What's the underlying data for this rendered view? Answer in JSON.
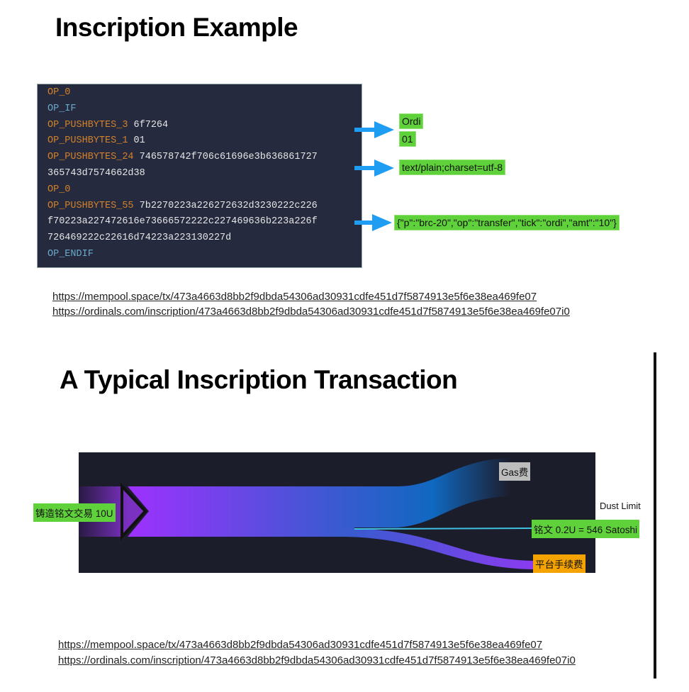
{
  "section1": {
    "title": "Inscription Example",
    "code_lines": [
      {
        "op": "OP_0",
        "data": "",
        "kind": "op"
      },
      {
        "op": "OP_IF",
        "data": "",
        "kind": "kw"
      },
      {
        "op": "OP_PUSHBYTES_3",
        "data": " 6f7264",
        "kind": "op"
      },
      {
        "op": "OP_PUSHBYTES_1",
        "data": " 01",
        "kind": "op"
      },
      {
        "op": "OP_PUSHBYTES_24",
        "data": " 746578742f706c61696e3b636861727",
        "kind": "op"
      },
      {
        "op": "",
        "data": "365743d7574662d38",
        "kind": "op"
      },
      {
        "op": "OP_0",
        "data": "",
        "kind": "op"
      },
      {
        "op": "OP_PUSHBYTES_55",
        "data": " 7b2270223a226272632d3230222c226",
        "kind": "op"
      },
      {
        "op": "",
        "data": "f70223a227472616e73666572222c227469636b223a226f",
        "kind": "op"
      },
      {
        "op": "",
        "data": "726469222c22616d74223a223130227d",
        "kind": "op"
      },
      {
        "op": "OP_ENDIF",
        "data": "",
        "kind": "kw"
      }
    ],
    "annotations": {
      "ticker": "Ordi",
      "version": "01",
      "content_type": "text/plain;charset=utf-8",
      "payload": "{\"p\":\"brc-20\",\"op\":\"transfer\",\"tick\":\"ordi\",\"amt\":\"10\"}"
    },
    "links": [
      "https://mempool.space/tx/473a4663d8bb2f9dbda54306ad30931cdfe451d7f5874913e5f6e38ea469fe07",
      "https://ordinals.com/inscription/473a4663d8bb2f9dbda54306ad30931cdfe451d7f5874913e5f6e38ea469fe07i0"
    ]
  },
  "section2": {
    "title": "A Typical Inscription Transaction",
    "sankey": {
      "source": "铸造铭文交易 10U",
      "gas": "Gas费",
      "dust_limit": "Dust Limit",
      "inscription": "铭文 0.2U = 546 Satoshi",
      "platform_fee": "平台手续费"
    },
    "links": [
      "https://mempool.space/tx/473a4663d8bb2f9dbda54306ad30931cdfe451d7f5874913e5f6e38ea469fe07",
      "https://ordinals.com/inscription/473a4663d8bb2f9dbda54306ad30931cdfe451d7f5874913e5f6e38ea469fe07i0"
    ]
  },
  "colors": {
    "green": "#5fd13a",
    "orange": "#f5a300",
    "arrow": "#1e9df2",
    "panel": "#1c1d2b"
  }
}
